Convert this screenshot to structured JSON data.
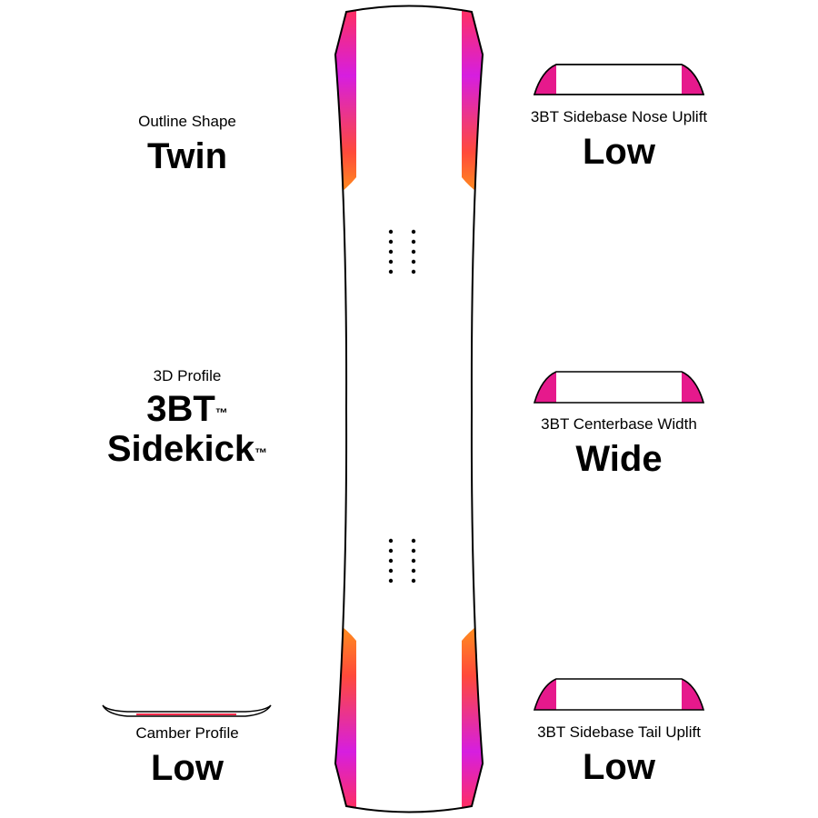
{
  "specs": {
    "outline_shape": {
      "label": "Outline Shape",
      "value": "Twin"
    },
    "profile_3d": {
      "label": "3D Profile",
      "value_line1": "3BT",
      "value_line2": "Sidekick",
      "trademark": "™"
    },
    "camber_profile": {
      "label": "Camber Profile",
      "value": "Low"
    },
    "nose_uplift": {
      "label": "3BT Sidebase Nose Uplift",
      "value": "Low"
    },
    "centerbase_width": {
      "label": "3BT Centerbase Width",
      "value": "Wide"
    },
    "tail_uplift": {
      "label": "3BT Sidebase Tail Uplift",
      "value": "Low"
    }
  },
  "colors": {
    "gradient_orange": "#ff9a1a",
    "gradient_red": "#ff2a4a",
    "gradient_magenta": "#d61ee0",
    "icon_fill": "#e6198c",
    "outline": "#000000"
  },
  "icons": {
    "board": "snowboard-topsheet-icon",
    "camber": "camber-profile-icon",
    "sidebase": "sidebase-profile-icon"
  }
}
